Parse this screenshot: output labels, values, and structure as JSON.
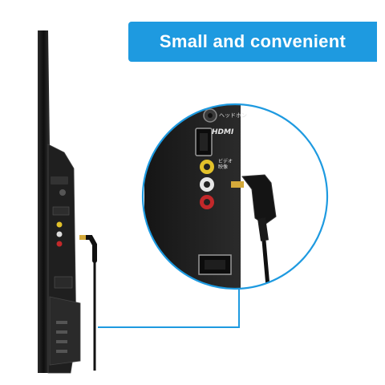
{
  "banner": {
    "text": "Small and convenient",
    "color": "#1e9ae0"
  },
  "callout": {
    "circle_color": "#1e9ae0",
    "line_color": "#1e9ae0"
  },
  "panel_labels": {
    "headphone": "ヘッドホン",
    "hdmi": "HDMI",
    "video": "ビデオ 映像"
  },
  "colors": {
    "tv_body": "#1b1b1b",
    "tv_edge": "#3a3a3a",
    "cable": "#111111",
    "connector_gold": "#d4a93a",
    "rca_yellow": "#e2c12a",
    "rca_white": "#e6e6e6",
    "rca_red": "#c2282a"
  }
}
